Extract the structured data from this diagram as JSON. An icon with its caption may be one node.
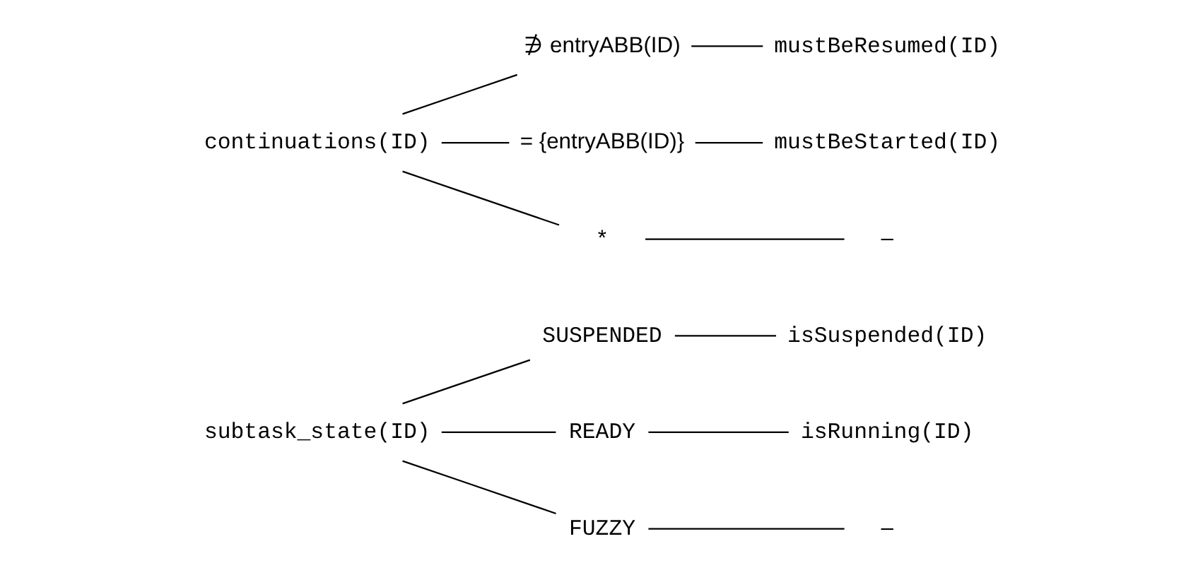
{
  "diagram": {
    "nodes": [
      {
        "text": [
          "subtask_state(ID)"
        ]
      },
      {
        "text": [
          "SUSPENDED"
        ]
      },
      {
        "text": [
          "READY"
        ]
      },
      {
        "text": [
          "FUZZY"
        ]
      },
      {
        "text": [
          "isSuspended(ID)"
        ]
      },
      {
        "text": [
          "isRunning(ID)"
        ]
      },
      {
        "text": [
          "–"
        ]
      },
      {
        "text": [
          "continuations(ID)"
        ]
      },
      {
        "text": [
          "∌ entryABB(ID)"
        ]
      },
      {
        "text": [
          "= {entryABB(ID)}"
        ]
      },
      {
        "text": [
          "*"
        ]
      },
      {
        "text": [
          "mustBeResumed(ID)"
        ]
      },
      {
        "text": [
          "mustBeStarted(ID)"
        ]
      },
      {
        "text": [
          "–"
        ]
      }
    ],
    "edges": [
      {
        "from": 0,
        "to": 1,
        "arrow": "none"
      },
      {
        "from": 0,
        "to": 2,
        "arrow": "none"
      },
      {
        "from": 0,
        "to": 3,
        "arrow": "none"
      },
      {
        "from": 1,
        "to": 4,
        "arrow": "none"
      },
      {
        "from": 2,
        "to": 5,
        "arrow": "none"
      },
      {
        "from": 3,
        "to": 6,
        "arrow": "none"
      },
      {
        "from": 7,
        "to": 8,
        "arrow": "none"
      },
      {
        "from": 7,
        "to": 9,
        "arrow": "none"
      },
      {
        "from": 7,
        "to": 10,
        "arrow": "none"
      },
      {
        "from": 8,
        "to": 11,
        "arrow": "none"
      },
      {
        "from": 9,
        "to": 12,
        "arrow": "none"
      },
      {
        "from": 10,
        "to": 13,
        "arrow": "none"
      }
    ]
  }
}
